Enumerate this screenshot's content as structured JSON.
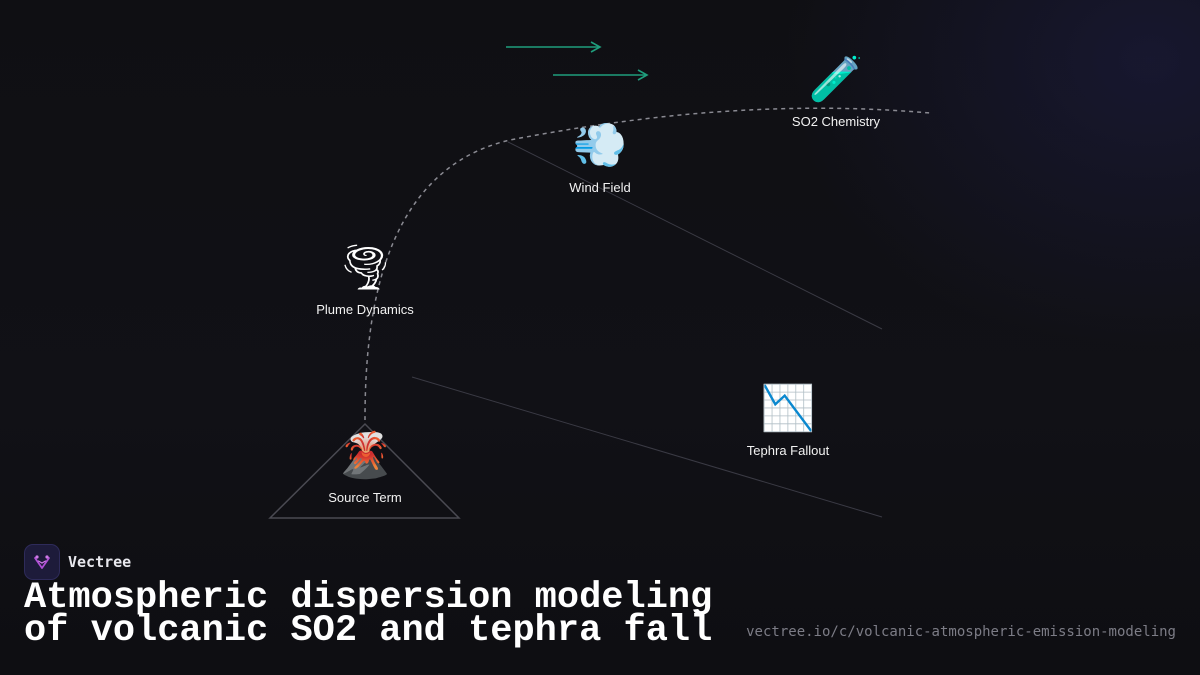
{
  "diagram": {
    "nodes": [
      {
        "id": "source-term",
        "icon": "volcano-icon",
        "glyph": "🌋",
        "label": "Source Term"
      },
      {
        "id": "plume-dynamics",
        "icon": "tornado-icon",
        "glyph": "🌪",
        "label": "Plume Dynamics"
      },
      {
        "id": "wind-field",
        "icon": "wind-icon",
        "glyph": "💨",
        "label": "Wind Field"
      },
      {
        "id": "so2-chemistry",
        "icon": "test-tube-icon",
        "glyph": "🧪",
        "label": "SO2 Chemistry"
      },
      {
        "id": "tephra-fallout",
        "icon": "chart-decreasing-icon",
        "glyph": "📉",
        "label": "Tephra Fallout"
      }
    ],
    "colors": {
      "background": "#0f0f13",
      "accent_arrow": "#1f9e7d",
      "dashed_path": "#8a8a92",
      "thin_line": "#3a3a44",
      "triangle_stroke": "#4a4a52"
    }
  },
  "brand": {
    "name": "Vectree",
    "logo_icon": "vectree-logo-icon",
    "logo_color": "#b04fd6"
  },
  "title": {
    "line1": "Atmospheric dispersion modeling",
    "line2": "of volcanic SO2 and tephra fall"
  },
  "url": "vectree.io/c/volcanic-atmospheric-emission-modeling"
}
